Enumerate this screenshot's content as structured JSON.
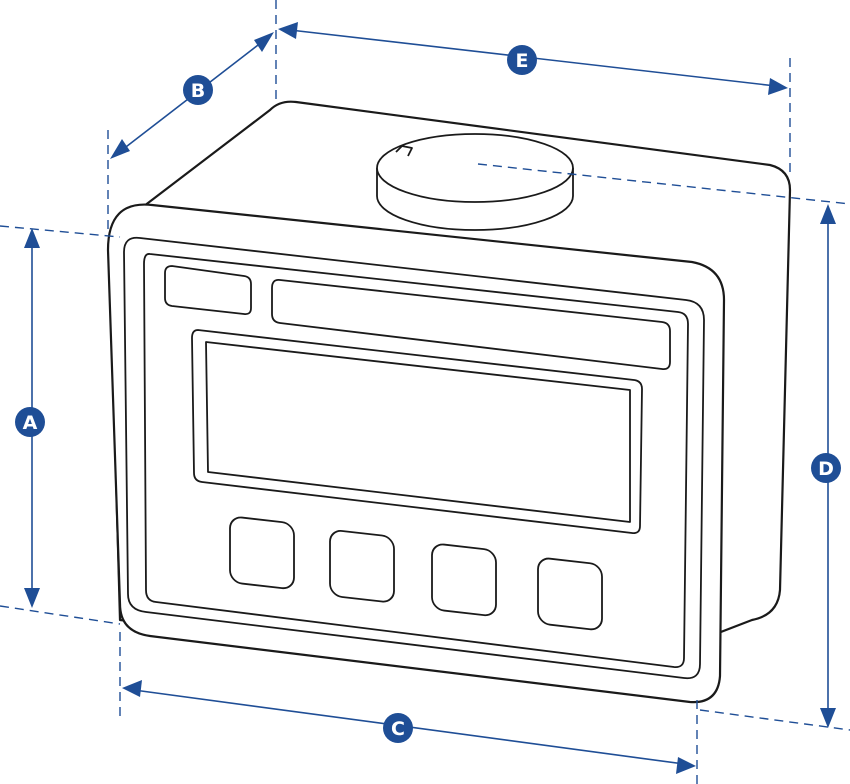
{
  "colors": {
    "dimension": "#1f4e96",
    "outline": "#1a1a1a",
    "background": "#ffffff"
  },
  "dimensions": {
    "a": "A",
    "b": "B",
    "c": "C",
    "d": "D",
    "e": "E"
  }
}
